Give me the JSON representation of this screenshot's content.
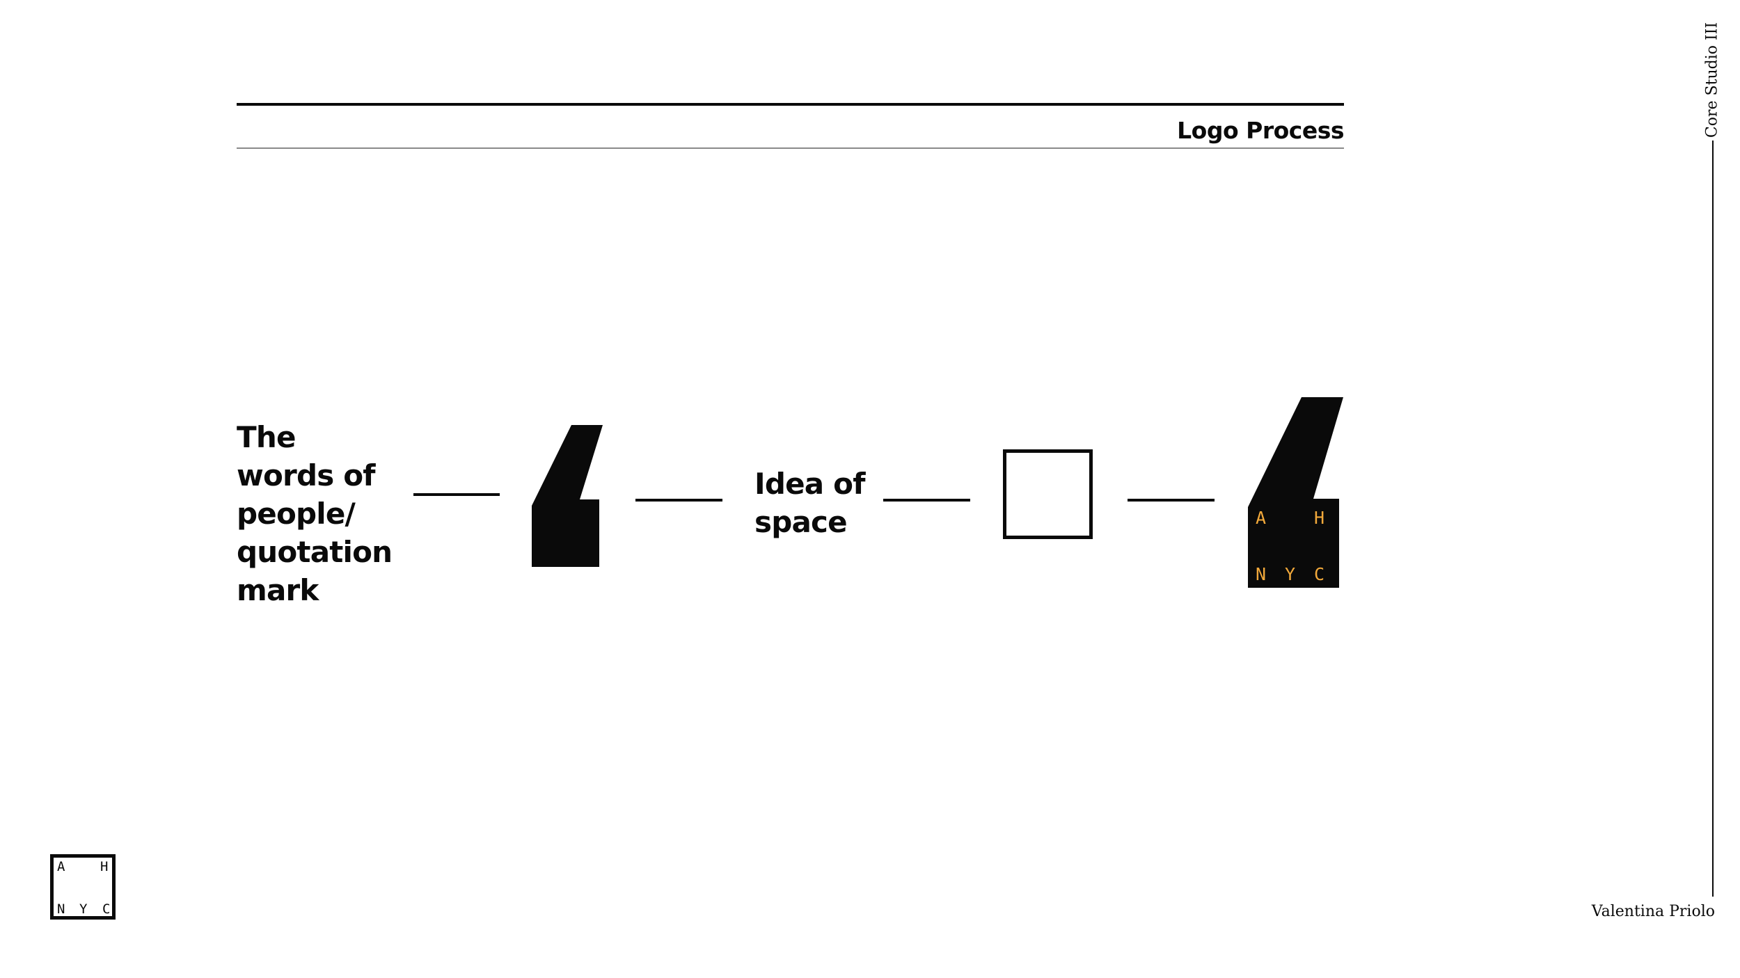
{
  "header": {
    "section_title": "Logo Process"
  },
  "sidebar": {
    "course": "Core Studio III",
    "author": "Valentina Priolo"
  },
  "process": {
    "step1_label": "The words of people/ quotation mark",
    "step2_icon": "quotation-mark-icon",
    "step3_label": "Idea of space",
    "step4_icon": "empty-square-icon",
    "result_icon": "ahnyc-logo-icon",
    "result_letters": {
      "a": "A",
      "h": "H",
      "n": "N",
      "y": "Y",
      "c": "C"
    }
  },
  "corner_logo": {
    "letters": {
      "a": "A",
      "h": "H",
      "n": "N",
      "y": "Y",
      "c": "C"
    }
  },
  "colors": {
    "ink": "#0a0a0a",
    "accent": "#f2a93b",
    "rule_grey": "#8a8a8a",
    "background": "#ffffff"
  }
}
